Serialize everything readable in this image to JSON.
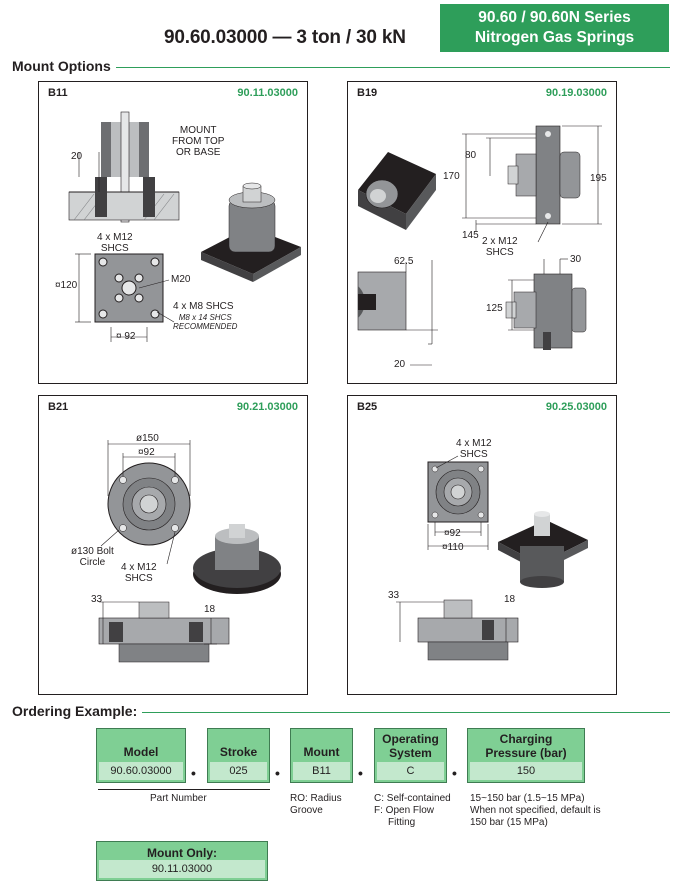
{
  "header": {
    "title": "90.60.03000 — 3 ton / 30 kN",
    "series_line1": "90.60 / 90.60N Series",
    "series_line2": "Nitrogen Gas Springs"
  },
  "mount_options": {
    "heading": "Mount Options",
    "panels": [
      {
        "code": "B11",
        "part": "90.11.03000",
        "labels": {
          "mount_from": [
            "MOUNT",
            "FROM TOP",
            "OR BASE"
          ],
          "dim_20": "20",
          "screws_a": [
            "4 x M12",
            "SHCS"
          ],
          "dim_120": "¤120",
          "thread": "M20",
          "screws_b": "4 x M8 SHCS",
          "recommend": [
            "M8 x 14 SHCS",
            "RECOMMENDED"
          ],
          "dim_92": "¤ 92"
        }
      },
      {
        "code": "B19",
        "part": "90.19.03000",
        "labels": {
          "dim_80": "80",
          "dim_170": "170",
          "dim_195": "195",
          "dim_145": "145",
          "screws": [
            "2 x M12",
            "SHCS"
          ],
          "dim_62_5": "62.5",
          "dim_30": "30",
          "dim_125": "125",
          "dim_20": "20"
        }
      },
      {
        "code": "B21",
        "part": "90.21.03000",
        "labels": {
          "dim_150": "ø150",
          "dim_92": "¤92",
          "bolt_circle": [
            "ø130 Bolt",
            "Circle"
          ],
          "screws": [
            "4 x M12",
            "SHCS"
          ],
          "dim_33": "33",
          "dim_18": "18"
        }
      },
      {
        "code": "B25",
        "part": "90.25.03000",
        "labels": {
          "screws": [
            "4 x M12",
            "SHCS"
          ],
          "dim_92": "¤92",
          "dim_110": "¤110",
          "dim_33": "33",
          "dim_18": "18"
        }
      }
    ]
  },
  "ordering": {
    "heading": "Ordering Example:",
    "boxes": [
      {
        "header": "Model",
        "value": "90.60.03000"
      },
      {
        "header": "Stroke",
        "value": "025"
      },
      {
        "header": "Mount",
        "value": "B11"
      },
      {
        "header": "Operating System",
        "value": "C"
      },
      {
        "header": "Charging Pressure (bar)",
        "value": "150"
      }
    ],
    "separator": "•",
    "notes": {
      "part_number": "Part Number",
      "mount_note": [
        "RO: Radius",
        "Groove"
      ],
      "system_note": [
        "C: Self-contained",
        "F: Open Flow",
        "Fitting"
      ],
      "pressure_note": [
        "15~150 bar (1.5~15 MPa)",
        "When not specified, default is",
        "150 bar (15 MPa)"
      ]
    },
    "mount_only": {
      "header": "Mount Only:",
      "value": "90.11.03000"
    }
  },
  "colors": {
    "accent": "#2e9e5a",
    "box_fill": "#7fcf94",
    "box_value_fill": "#c3e8cd",
    "text": "#231f20"
  }
}
